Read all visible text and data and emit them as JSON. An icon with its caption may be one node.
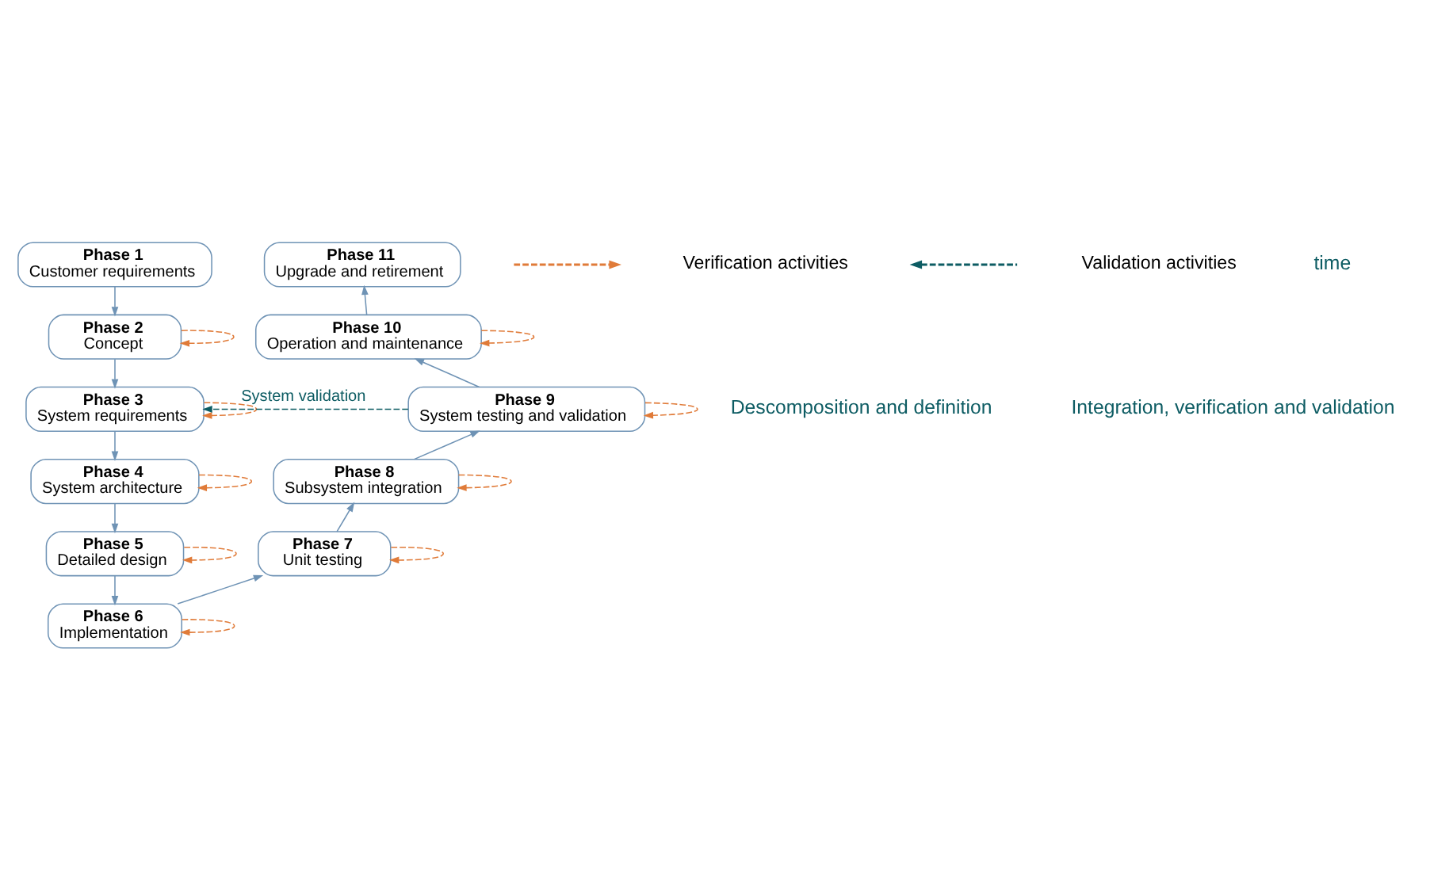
{
  "diagram": {
    "nodes": [
      {
        "text": [
          "Phase 1",
          "Customer requirements"
        ]
      },
      {
        "text": [
          "Phase 2",
          "Concept"
        ]
      },
      {
        "text": [
          "Phase 3",
          "System requirements"
        ]
      },
      {
        "text": [
          "Phase 4",
          "System architecture"
        ]
      },
      {
        "text": [
          "Phase 5",
          "Detailed design"
        ]
      },
      {
        "text": [
          "Phase 6",
          "Implementation"
        ]
      },
      {
        "text": [
          "Phase 7",
          "Unit testing"
        ]
      },
      {
        "text": [
          "Phase 8",
          "Subsystem integration"
        ]
      },
      {
        "text": [
          "Phase 9",
          "System testing and validation"
        ]
      },
      {
        "text": [
          "Phase 10",
          "Operation and maintenance"
        ]
      },
      {
        "text": [
          "Phase 11",
          "Upgrade and retirement"
        ]
      }
    ],
    "edges": [
      {
        "from": 0,
        "to": 1,
        "arrow": "to"
      },
      {
        "from": 1,
        "to": 2,
        "arrow": "to"
      },
      {
        "from": 2,
        "to": 3,
        "arrow": "to"
      },
      {
        "from": 3,
        "to": 4,
        "arrow": "to"
      },
      {
        "from": 4,
        "to": 5,
        "arrow": "to"
      },
      {
        "from": 5,
        "to": 6,
        "arrow": "to"
      },
      {
        "from": 6,
        "to": 7,
        "arrow": "to"
      },
      {
        "from": 7,
        "to": 8,
        "arrow": "to"
      },
      {
        "from": 8,
        "to": 9,
        "arrow": "to"
      },
      {
        "from": 9,
        "to": 10,
        "arrow": "to"
      },
      {
        "from": 1,
        "to": 1,
        "arrow": "to",
        "style": "dashed",
        "color": "#e07b39"
      },
      {
        "from": 2,
        "to": 2,
        "arrow": "to",
        "style": "dashed",
        "color": "#e07b39"
      },
      {
        "from": 3,
        "to": 3,
        "arrow": "to",
        "style": "dashed",
        "color": "#e07b39"
      },
      {
        "from": 4,
        "to": 4,
        "arrow": "to",
        "style": "dashed",
        "color": "#e07b39"
      },
      {
        "from": 5,
        "to": 5,
        "arrow": "to",
        "style": "dashed",
        "color": "#e07b39"
      },
      {
        "from": 6,
        "to": 6,
        "arrow": "to",
        "style": "dashed",
        "color": "#e07b39"
      },
      {
        "from": 7,
        "to": 7,
        "arrow": "to",
        "style": "dashed",
        "color": "#e07b39"
      },
      {
        "from": 8,
        "to": 8,
        "arrow": "to",
        "style": "dashed",
        "color": "#e07b39"
      },
      {
        "from": 9,
        "to": 9,
        "arrow": "to",
        "style": "dashed",
        "color": "#e07b39"
      },
      {
        "from": 8,
        "to": 2,
        "arrow": "to",
        "label": "System validation",
        "style": "dashed",
        "color": "#0d5c63"
      }
    ],
    "labels": [
      "Descomposition and definition",
      "Integration, verification and validation",
      "time"
    ],
    "legend": [
      {
        "text": "Verification activities"
      },
      {
        "text": "Validation activities"
      }
    ]
  }
}
